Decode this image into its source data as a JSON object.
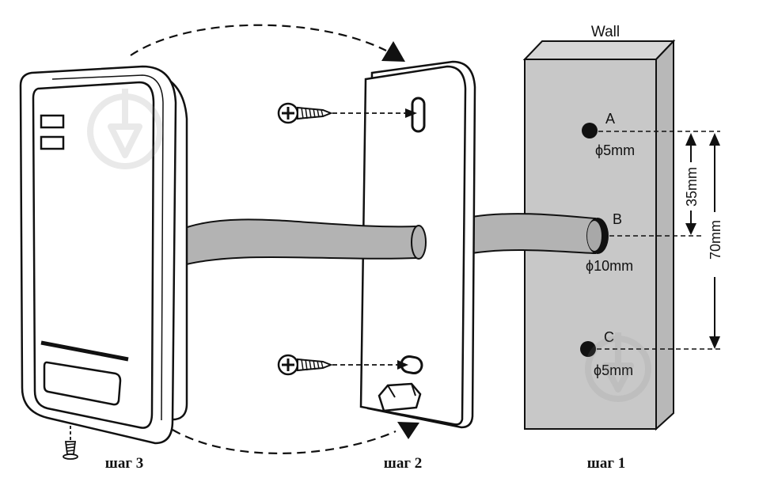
{
  "wall": {
    "label": "Wall"
  },
  "holes": {
    "a": {
      "label": "A",
      "diameter": "ϕ5mm"
    },
    "b": {
      "label": "B",
      "diameter": "ϕ10mm"
    },
    "c": {
      "label": "C",
      "diameter": "ϕ5mm"
    }
  },
  "dimensions": {
    "ab": "35mm",
    "ac": "70mm"
  },
  "steps": {
    "step1": "шаг 1",
    "step2": "шаг 2",
    "step3": "шаг 3"
  },
  "colors": {
    "wall_fill": "#c8c8c8",
    "cable_fill": "#b3b3b3",
    "outline": "#111111"
  }
}
